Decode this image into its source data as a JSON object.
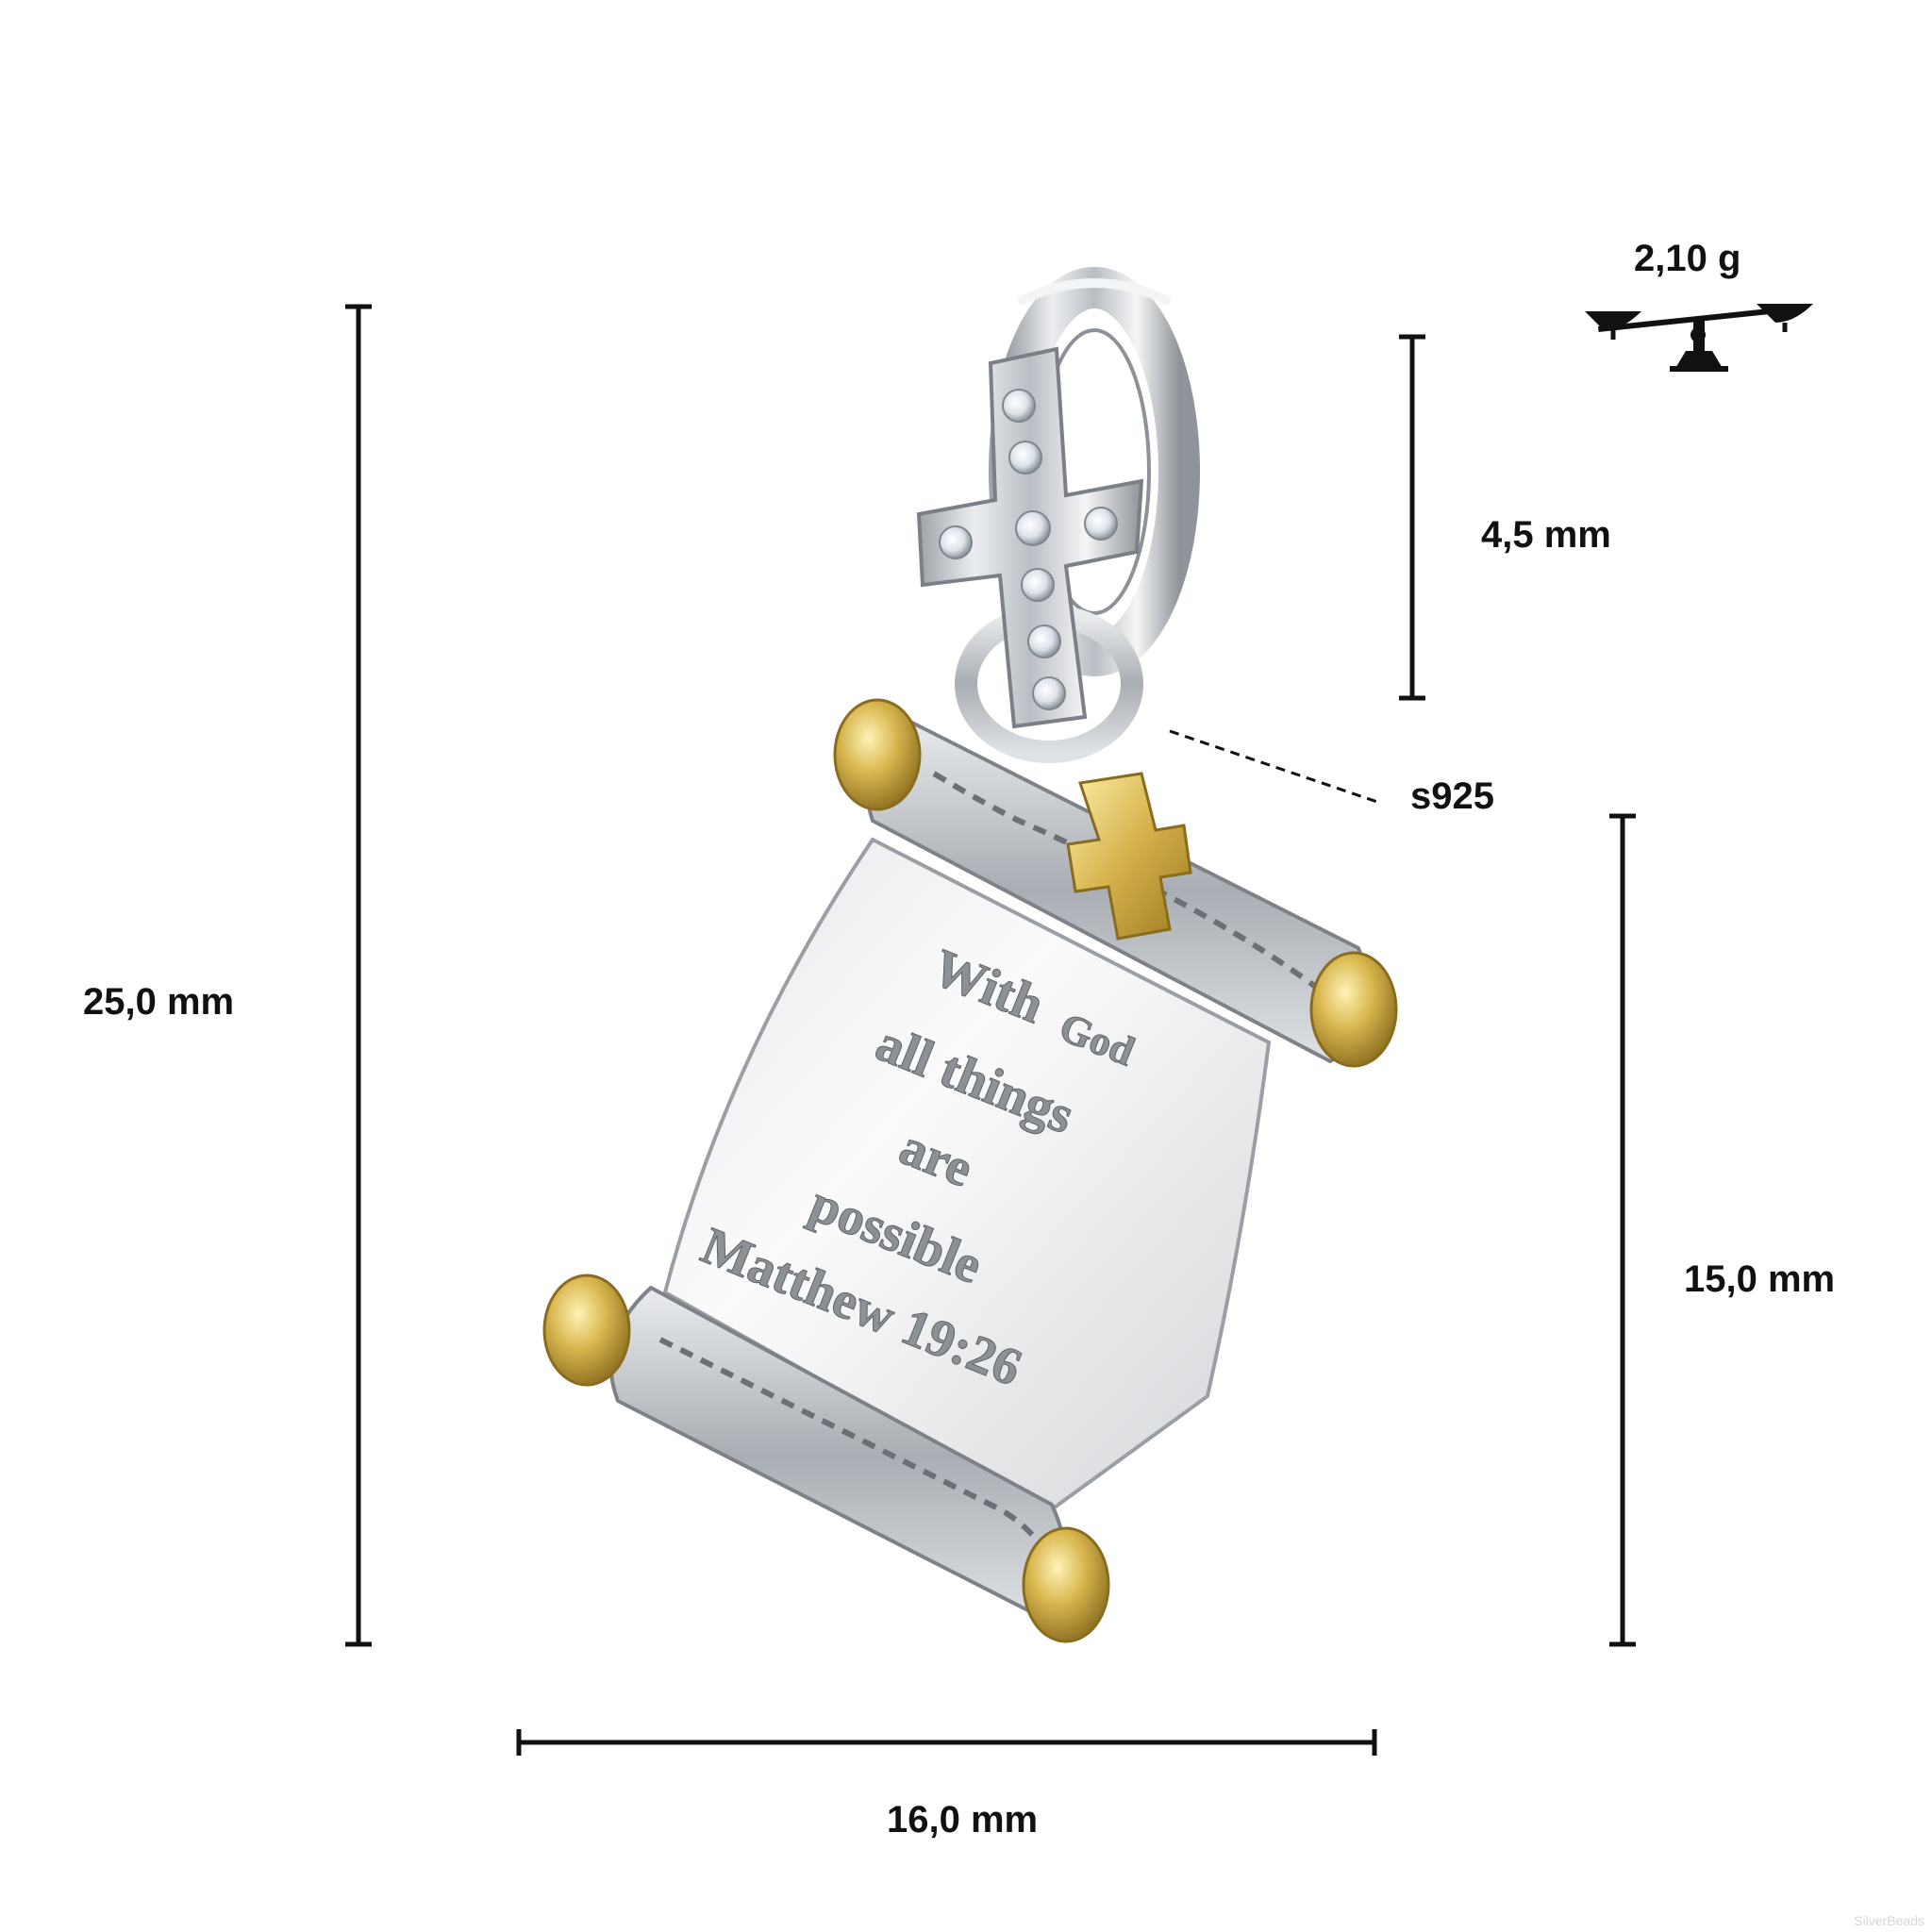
{
  "weight": {
    "label": "2,10 g",
    "icon": "scale-icon"
  },
  "dimensions": {
    "total_height": "25,0 mm",
    "bail_height": "4,5 mm",
    "scroll_height": "15,0 mm",
    "width": "16,0 mm"
  },
  "material": "s925",
  "engraving": {
    "line1a": "With",
    "line1b": "God",
    "line2": "all things",
    "line3": "are",
    "line4": "possible",
    "line5": "Matthew 19:26"
  },
  "watermark": "SilverBeads",
  "colors": {
    "silver": "#c9ccd0",
    "gold": "#c9a640",
    "line": "#111111",
    "stone": "#eef2f6"
  }
}
